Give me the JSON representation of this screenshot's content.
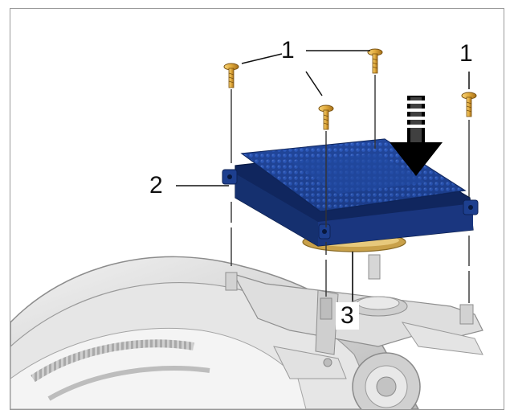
{
  "callouts": {
    "screws": "1",
    "screw_right": "1",
    "module": "2",
    "seal": "3"
  },
  "colors": {
    "module_blue": "#1d3f8f",
    "module_dark": "#10265e",
    "screw_gold": "#e0a93a",
    "seal_amber": "#c9a14a",
    "housing_gray": "#d6d6d6"
  },
  "icons": [
    "down-arrow-icon"
  ]
}
